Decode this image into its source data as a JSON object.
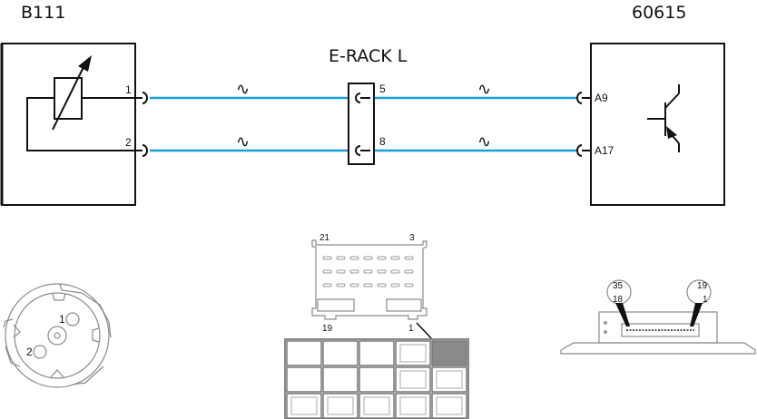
{
  "diagram": {
    "wire_color": "#1a9fdc",
    "components": {
      "sensor": {
        "id": "B111",
        "pins": [
          "1",
          "2"
        ],
        "symbol": "variable-resistor-icon"
      },
      "connector": {
        "id": "E-RACK L",
        "pins": [
          "5",
          "8"
        ]
      },
      "module": {
        "id": "60615",
        "pins": [
          "A9",
          "A17"
        ],
        "symbol": "transistor-icon"
      }
    },
    "wires": [
      {
        "from": "B111.1",
        "via": "E-RACK L.5",
        "to": "60615.A9",
        "marker": "∿"
      },
      {
        "from": "B111.2",
        "via": "E-RACK L.8",
        "to": "60615.A17",
        "marker": "∿"
      }
    ],
    "views": {
      "sensor_face": {
        "pin_labels": [
          "1",
          "2"
        ]
      },
      "rack_connector": {
        "corner_labels": {
          "top_left": "21",
          "top_right": "3",
          "bottom_left": "19",
          "bottom_right": "1"
        }
      },
      "module_connector": {
        "left_labels": [
          "35",
          "18"
        ],
        "right_labels": [
          "19",
          "1"
        ]
      }
    }
  }
}
